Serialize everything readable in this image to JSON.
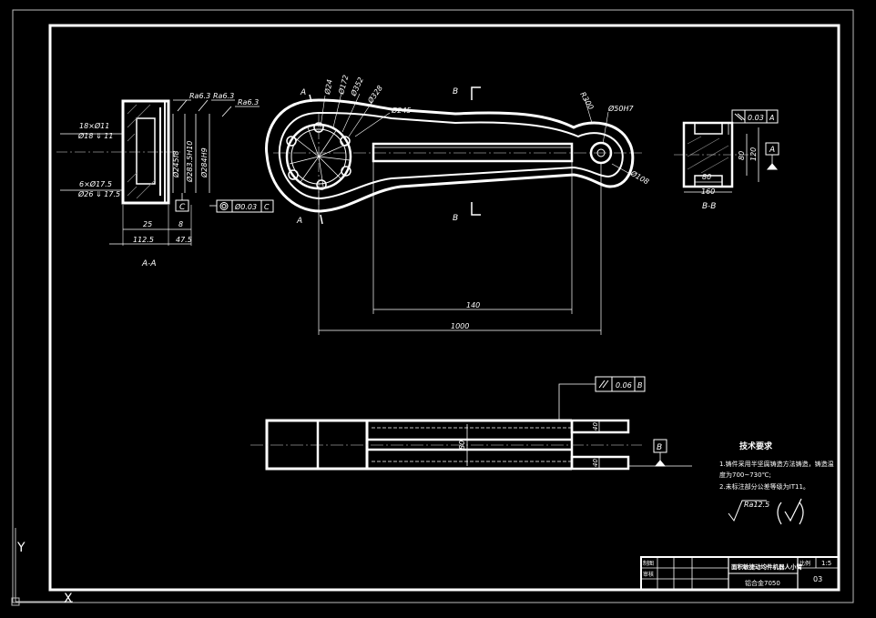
{
  "axes": {
    "y": "Y",
    "x": "X"
  },
  "section_aa": {
    "label": "A-A",
    "holes_top": "18×Ø11",
    "holes_top_cb": "Ø18 ⇓ 11",
    "holes_bot": "6×Ø17.5",
    "holes_bot_cb": "Ø26 ⇓ 17.5",
    "ra1": "Ra6.3",
    "ra2": "Ra6.3",
    "ra3": "Ra6.3",
    "dia1": "Ø245f8",
    "dia2": "Ø283.5H10",
    "dia3": "Ø284H9",
    "dim_25": "25",
    "dim_8": "8",
    "dim_112": "112.5",
    "dim_47": "47.5",
    "datum_c": "C",
    "tol_value": "Ø0.03",
    "tol_datum": "C"
  },
  "main_view": {
    "cut_a_top": "A",
    "cut_a_bot": "A",
    "cut_b_top": "B",
    "cut_b_bot": "B",
    "d24": "Ø24",
    "d172": "Ø172",
    "d352": "Ø352",
    "d328": "Ø328",
    "d245": "Ø245",
    "r300": "R300",
    "d50": "Ø50H7",
    "d108": "Ø108",
    "dim_140": "140",
    "dim_1000": "1000"
  },
  "section_bb": {
    "label": "B-B",
    "tol_value": "0.03",
    "tol_datum": "A",
    "datum": "A",
    "dim_80a": "80",
    "dim_120": "120",
    "dim_80b": "80",
    "dim_160": "160"
  },
  "bottom_view": {
    "tol_value": "0.06",
    "tol_datum": "B",
    "datum": "B",
    "dim_80": "80",
    "dim_40a": "40",
    "dim_40b": "40"
  },
  "tech_req": {
    "title": "技术要求",
    "line1": "1.铸件采用半坚腐铸造方法铸造，铸造温",
    "line2": "度为700~730℃;",
    "line3": "2.未标注部分公差等级为IT11。",
    "ra": "Ra12.5"
  },
  "title_block": {
    "label_draw": "制图",
    "label_check": "审核",
    "title": "面积敏捷动均件机器人小臂",
    "material": "铝合金7050",
    "scale_label": "比例",
    "scale": "1:5",
    "code": "03"
  }
}
